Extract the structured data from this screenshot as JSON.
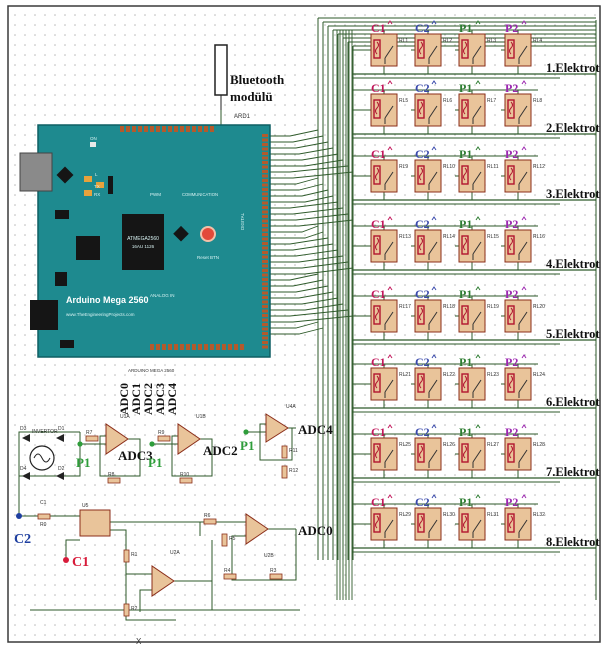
{
  "colors": {
    "background": "#ffffff",
    "sheet_border": "#3a3a3a",
    "dot_grid": "#b8b8b8",
    "wire": "#2e5a2a",
    "board": "#1e8a8f",
    "board_text": "#d8f3f3",
    "pin_header": "#b35a2c",
    "relay_fill": "#e9c49a",
    "relay_border": "#8b2e1a",
    "coil": "#b2142e",
    "label_c1": "#c2185b",
    "label_c2": "#3949ab",
    "label_p1": "#2e7d32",
    "label_p2": "#9c27b0",
    "text_dark": "#111111",
    "c1_terminal": "#d81b3a",
    "c2_terminal": "#1e3fa0",
    "p1_terminal": "#2e9d3a"
  },
  "bluetooth": {
    "line1": "Bluetooth",
    "line2": "modülü",
    "ref": "ARD1"
  },
  "arduino": {
    "name": "Arduino Mega 2560",
    "url": "www.TheEngineeringProjects.com",
    "chip_line1": "ATMEGA2560",
    "chip_line2": "16AU 1126",
    "reset": "Reset BTN",
    "pwm": "PWM",
    "communication": "COMMUNICATION",
    "analog": "ANALOG IN",
    "digital": "DIGITAL",
    "on_label": "ON",
    "l_label": "L",
    "tx_label": "TX",
    "rx_label": "RX",
    "bottom_ref": "ARDUINO MEGA 2560"
  },
  "relay_banks": [
    {
      "label": "1.Elektrot",
      "relays": [
        {
          "tag": "C1",
          "ref": "RL1"
        },
        {
          "tag": "C2",
          "ref": "RL2"
        },
        {
          "tag": "P1",
          "ref": "RL3"
        },
        {
          "tag": "P2",
          "ref": "RL4"
        }
      ]
    },
    {
      "label": "2.Elektrot",
      "relays": [
        {
          "tag": "C1",
          "ref": "RL5"
        },
        {
          "tag": "C2",
          "ref": "RL6"
        },
        {
          "tag": "P1",
          "ref": "RL7"
        },
        {
          "tag": "P2",
          "ref": "RL8"
        }
      ]
    },
    {
      "label": "3.Elektrot",
      "relays": [
        {
          "tag": "C1",
          "ref": "RL9"
        },
        {
          "tag": "C2",
          "ref": "RL10"
        },
        {
          "tag": "P1",
          "ref": "RL11"
        },
        {
          "tag": "P2",
          "ref": "RL12"
        }
      ]
    },
    {
      "label": "4.Elektrot",
      "relays": [
        {
          "tag": "C1",
          "ref": "RL13"
        },
        {
          "tag": "C2",
          "ref": "RL14"
        },
        {
          "tag": "P1",
          "ref": "RL15"
        },
        {
          "tag": "P2",
          "ref": "RL16"
        }
      ]
    },
    {
      "label": "5.Elektrot",
      "relays": [
        {
          "tag": "C1",
          "ref": "RL17"
        },
        {
          "tag": "C2",
          "ref": "RL18"
        },
        {
          "tag": "P1",
          "ref": "RL19"
        },
        {
          "tag": "P2",
          "ref": "RL20"
        }
      ]
    },
    {
      "label": "6.Elektrot",
      "relays": [
        {
          "tag": "C1",
          "ref": "RL21"
        },
        {
          "tag": "C2",
          "ref": "RL22"
        },
        {
          "tag": "P1",
          "ref": "RL23"
        },
        {
          "tag": "P2",
          "ref": "RL24"
        }
      ]
    },
    {
      "label": "7.Elektrot",
      "relays": [
        {
          "tag": "C1",
          "ref": "RL25"
        },
        {
          "tag": "C2",
          "ref": "RL26"
        },
        {
          "tag": "P1",
          "ref": "RL27"
        },
        {
          "tag": "P2",
          "ref": "RL28"
        }
      ]
    },
    {
      "label": "8.Elektrot",
      "relays": [
        {
          "tag": "C1",
          "ref": "RL29"
        },
        {
          "tag": "C2",
          "ref": "RL30"
        },
        {
          "tag": "P1",
          "ref": "RL31"
        },
        {
          "tag": "P2",
          "ref": "RL32"
        }
      ]
    }
  ],
  "adc_header": [
    "ADC0",
    "ADC1",
    "ADC2",
    "ADC3",
    "ADC4"
  ],
  "opamps": [
    {
      "ref": "U1A",
      "output": "ADC3",
      "input": "P1"
    },
    {
      "ref": "U1B",
      "output": "ADC2",
      "input": "P1"
    },
    {
      "ref": "U4A",
      "output": "ADC4",
      "input": "P1"
    },
    {
      "ref": "U2B",
      "output": "ADC0"
    },
    {
      "ref": "U2A"
    }
  ],
  "inverter": {
    "label": "INVERTOR"
  },
  "terminals": {
    "c2": "C2",
    "c1": "C1"
  },
  "resistors": [
    "R7",
    "R8",
    "R9",
    "R10",
    "R11",
    "R12",
    "R1",
    "R2",
    "R3",
    "R4",
    "R5",
    "R6",
    "R0"
  ],
  "diodes": [
    "D1",
    "D2",
    "D3",
    "D4"
  ],
  "ic": {
    "ref": "U5"
  },
  "capacitor": {
    "ref": "C1"
  },
  "misc_mark": "X"
}
